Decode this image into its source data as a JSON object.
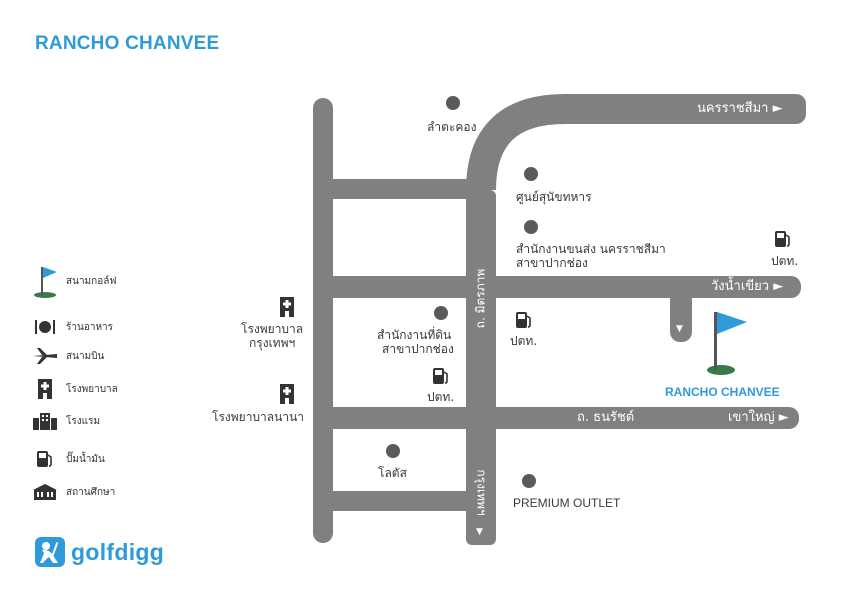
{
  "title": "RANCHO CHANVEE",
  "colors": {
    "accent": "#2f9ad8",
    "road": "#808080",
    "text": "#333333",
    "marker": "#5a5a5a",
    "flag_green": "#3a7a4a"
  },
  "roads": {
    "nakhon_ratchasima": "นครราชสีมา ►",
    "wang_nam_khiao": "วังน้ำเขียว ►",
    "khao_yai": "เขาใหญ่ ►",
    "thanarat": "ถ. ธนรัชต์",
    "mittraphap": "ถ. มิตรภาพ",
    "krungthep": "กรุงเทพฯ",
    "down_arrow_mid": "▼",
    "down_arrow_bottom": "▼"
  },
  "places": {
    "lam_ta_khong": "ลำตะคอง",
    "war_dog_center": "ศูนย์สุนัขทหาร",
    "transport_office_1": "สำนักงานขนส่ง นครราชสีมา",
    "transport_office_2": "สาขาปากช่อง",
    "land_office_1": "สำนักงานที่ดิน",
    "land_office_2": "สาขาปากช่อง",
    "hospital_bangkok_1": "โรงพยาบาล",
    "hospital_bangkok_2": "กรุงเทพฯ",
    "hospital_nana": "โรงพยาบาลนานา",
    "lotus": "โลตัส",
    "premium_outlet": "PREMIUM OUTLET",
    "ptt_1": "ปตท.",
    "ptt_2": "ปตท.",
    "ptt_3": "ปตท."
  },
  "course_label": "RANCHO CHANVEE",
  "legend": [
    {
      "icon": "golf-flag-icon",
      "label": "สนามกอล์ฟ"
    },
    {
      "icon": "restaurant-icon",
      "label": "ร้านอาหาร"
    },
    {
      "icon": "airplane-icon",
      "label": "สนามบิน"
    },
    {
      "icon": "hospital-icon",
      "label": "โรงพยาบาล"
    },
    {
      "icon": "hotel-icon",
      "label": "โรงแรม"
    },
    {
      "icon": "gas-station-icon",
      "label": "ปั๊มน้ำมัน"
    },
    {
      "icon": "school-icon",
      "label": "สถานศึกษา"
    }
  ],
  "logo_text": "golfdigg"
}
